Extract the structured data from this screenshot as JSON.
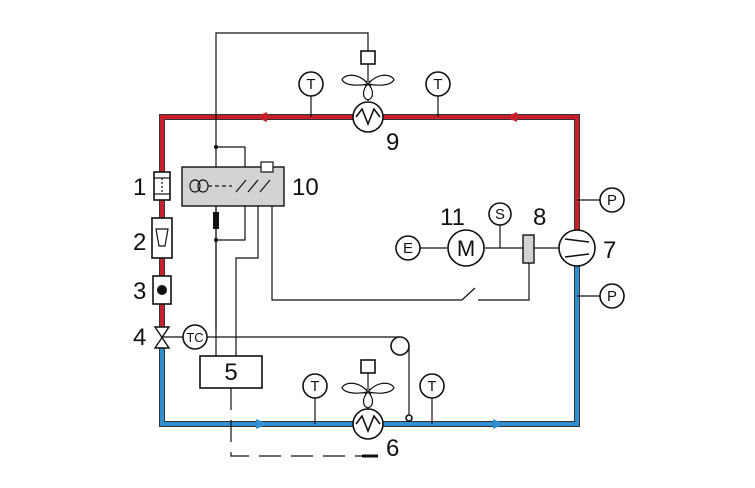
{
  "colors": {
    "hot_pipe": "#c8202a",
    "cold_pipe": "#2f8fcf",
    "pipe_outline": "#333333",
    "line": "#111111",
    "control_box": "#d3d3d3",
    "coil": "#111111"
  },
  "labels": {
    "filter_drier": "1",
    "sight_glass": "2",
    "solenoid_valve": "3",
    "expansion_valve": "4",
    "controller": "5",
    "evaporator": "6",
    "compressor": "7",
    "coupling": "8",
    "condenser": "9",
    "control_unit": "10",
    "motor_number": "11"
  },
  "symbols": {
    "temperature": "T",
    "pressure": "P",
    "speed": "S",
    "energy": "E",
    "motor": "M",
    "thermocouple": "TC"
  },
  "icons": [
    "fan-icon",
    "heat-exchanger-icon",
    "compressor-icon",
    "motor-icon",
    "valve-icon",
    "arrow-icon"
  ]
}
